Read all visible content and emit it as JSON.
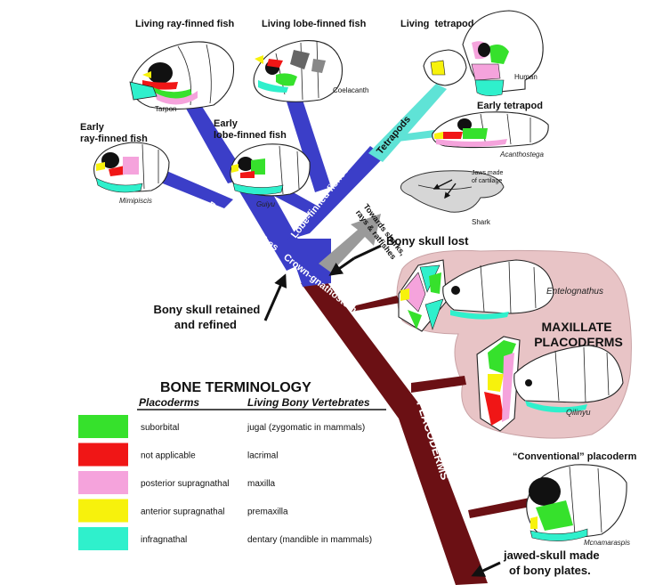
{
  "colors": {
    "crown_branch": "#3b3ec8",
    "placoderm_branch": "#6b1014",
    "tetrapod_branch": "#5fe3d6",
    "shark_arrow": "#9a9a9a",
    "maxillate_bg": "#e8c4c6",
    "suborbital": "#36e12c",
    "not_applicable": "#f01616",
    "posterior_supragnathal": "#f5a3dc",
    "anterior_supragnathal": "#f7f20c",
    "infragnathal": "#2ff0cc"
  },
  "taxa": {
    "living_ray_finned": "Living ray-finned fish",
    "living_lobe_finned": "Living lobe-finned fish",
    "living_tetrapod": "Living  tetrapod",
    "early_ray_finned_1": "Early",
    "early_ray_finned_2": "ray-finned fish",
    "early_lobe_finned_1": "Early",
    "early_lobe_finned_2": "lobe-finned fish",
    "early_tetrapod": "Early tetrapod",
    "conventional_placoderm": "“Conventional” placoderm"
  },
  "species": {
    "tarpon": "Tarpon",
    "coelacanth": "Coelacanth",
    "human": "Human",
    "acanthostega": "Acanthostega",
    "mimipiscis": "Mimipiscis",
    "guiyu": "Guiyu",
    "shark": "Shark",
    "entelognathus": "Entelognathus",
    "qilinyu": "Qilinyu",
    "mcnamaraspis": "Mcnamaraspis"
  },
  "shark_note": [
    "Jaws made",
    "of cartilage"
  ],
  "branches": {
    "ray_finned": "Ray-finned fishes",
    "lobe_finned": "Lobe-finned fishes",
    "tetrapods": "Tetrapods",
    "crown": "Crown-gnathostomes",
    "placoderms": "PLACODERMS",
    "towards_sharks": [
      "Towards sharks,",
      "rays & ratfishes"
    ]
  },
  "annotations": {
    "bony_skull_lost": "Bony skull lost",
    "bony_skull_retained": [
      "Bony skull retained",
      "and refined"
    ],
    "jawed_skull": [
      "jawed-skull made",
      "of bony plates."
    ]
  },
  "maxillate": [
    "MAXILLATE",
    "PLACODERMS"
  ],
  "legend": {
    "title": "BONE TERMINOLOGY",
    "col1": "Placoderms",
    "col2": "Living Bony Vertebrates",
    "rows": [
      {
        "color": "#36e12c",
        "placoderm": "suborbital",
        "living": "jugal (zygomatic in mammals)"
      },
      {
        "color": "#f01616",
        "placoderm": "not applicable",
        "living": "lacrimal"
      },
      {
        "color": "#f5a3dc",
        "placoderm": "posterior supragnathal",
        "living": "maxilla"
      },
      {
        "color": "#f7f20c",
        "placoderm": "anterior supragnathal",
        "living": "premaxilla"
      },
      {
        "color": "#2ff0cc",
        "placoderm": "infragnathal",
        "living": "dentary (mandible in mammals)"
      }
    ]
  }
}
